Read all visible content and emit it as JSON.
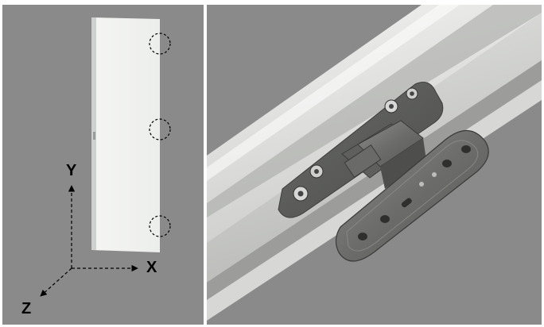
{
  "axes": {
    "y": "Y",
    "x": "X",
    "z": "Z"
  },
  "hinge_markers": 3,
  "colors": {
    "background": "#8a8a8a",
    "door": "#f2f3f1",
    "axis": "#000000",
    "marker": "#000000",
    "hinge_metal": "#6d6e6c"
  }
}
